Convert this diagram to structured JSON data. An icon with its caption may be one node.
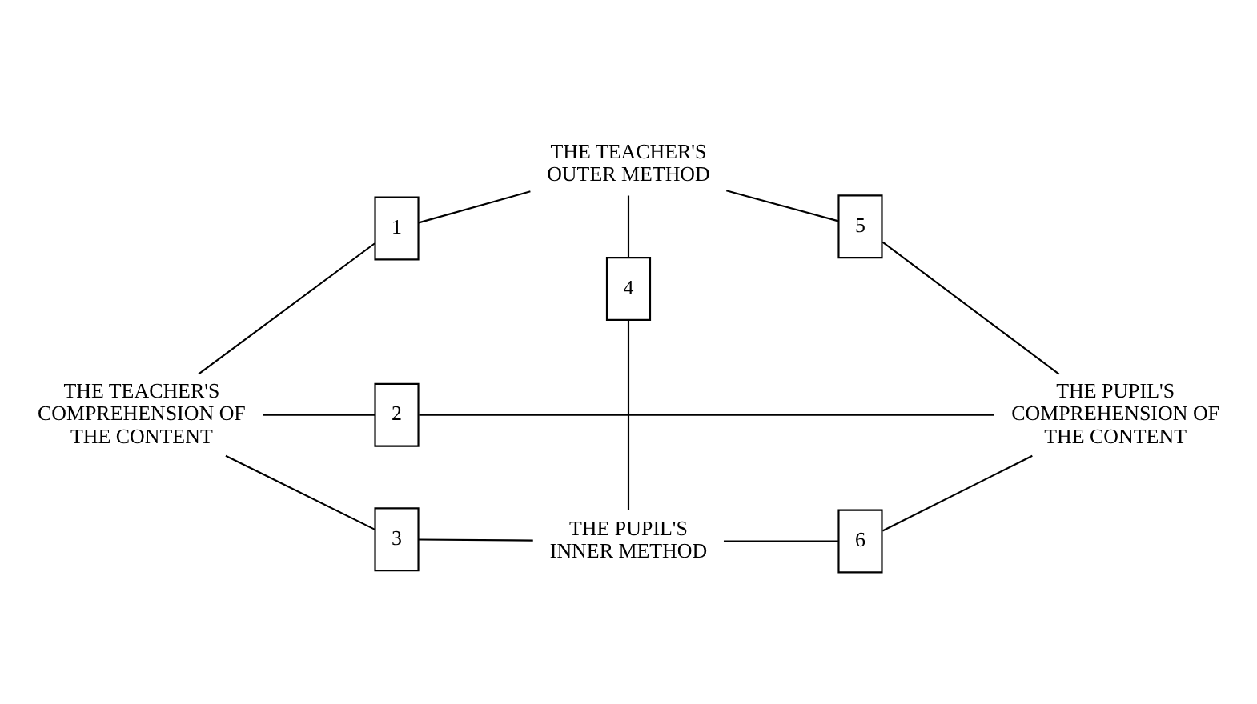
{
  "diagram": {
    "nodes": [
      {
        "text": [
          "THE TEACHER'S OUTER METHOD"
        ]
      },
      {
        "text": [
          "THE TEACHER'S COMPREHENSION OF THE CONTENT"
        ]
      },
      {
        "text": [
          "THE PUPIL'S COMPREHENSION OF THE CONTENT"
        ]
      },
      {
        "text": [
          "THE PUPIL'S INNER METHOD"
        ]
      },
      {
        "text": [
          "1"
        ]
      },
      {
        "text": [
          "2"
        ]
      },
      {
        "text": [
          "3"
        ]
      },
      {
        "text": [
          "4"
        ]
      },
      {
        "text": [
          "5"
        ]
      },
      {
        "text": [
          "6"
        ]
      }
    ],
    "edges": [
      {
        "from": 1,
        "to": 4,
        "arrow": "none"
      },
      {
        "from": 4,
        "to": 0,
        "arrow": "none"
      },
      {
        "from": 1,
        "to": 5,
        "arrow": "none"
      },
      {
        "from": 5,
        "to": 2,
        "arrow": "none"
      },
      {
        "from": 1,
        "to": 6,
        "arrow": "none"
      },
      {
        "from": 6,
        "to": 3,
        "arrow": "none"
      },
      {
        "from": 0,
        "to": 7,
        "arrow": "none"
      },
      {
        "from": 7,
        "to": 3,
        "arrow": "none"
      },
      {
        "from": 0,
        "to": 8,
        "arrow": "none"
      },
      {
        "from": 8,
        "to": 2,
        "arrow": "none"
      },
      {
        "from": 3,
        "to": 9,
        "arrow": "none"
      },
      {
        "from": 9,
        "to": 2,
        "arrow": "none"
      }
    ]
  }
}
